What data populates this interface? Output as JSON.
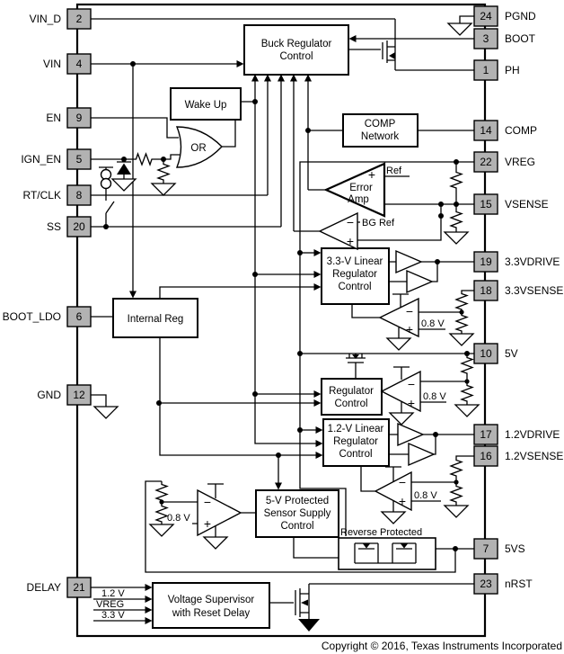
{
  "pins": {
    "left": [
      {
        "num": "2",
        "name": "VIN_D"
      },
      {
        "num": "4",
        "name": "VIN"
      },
      {
        "num": "9",
        "name": "EN"
      },
      {
        "num": "5",
        "name": "IGN_EN"
      },
      {
        "num": "8",
        "name": "RT/CLK"
      },
      {
        "num": "20",
        "name": "SS"
      },
      {
        "num": "6",
        "name": "BOOT_LDO"
      },
      {
        "num": "12",
        "name": "GND"
      },
      {
        "num": "21",
        "name": "DELAY"
      }
    ],
    "right": [
      {
        "num": "24",
        "name": "PGND"
      },
      {
        "num": "3",
        "name": "BOOT"
      },
      {
        "num": "1",
        "name": "PH"
      },
      {
        "num": "14",
        "name": "COMP"
      },
      {
        "num": "22",
        "name": "VREG"
      },
      {
        "num": "15",
        "name": "VSENSE"
      },
      {
        "num": "19",
        "name": "3.3VDRIVE"
      },
      {
        "num": "18",
        "name": "3.3VSENSE"
      },
      {
        "num": "10",
        "name": "5V"
      },
      {
        "num": "17",
        "name": "1.2VDRIVE"
      },
      {
        "num": "16",
        "name": "1.2VSENSE"
      },
      {
        "num": "7",
        "name": "5VS"
      },
      {
        "num": "23",
        "name": "nRST"
      }
    ]
  },
  "blocks": {
    "buck": [
      "Buck Regulator",
      "Control"
    ],
    "wake_up": [
      "Wake Up"
    ],
    "comp_network": [
      "COMP",
      "Network"
    ],
    "internal_reg": [
      "Internal Reg"
    ],
    "reg_33": [
      "3.3-V Linear",
      "Regulator",
      "Control"
    ],
    "regulator_control": [
      "Regulator",
      "Control"
    ],
    "reg_12": [
      "1.2-V Linear",
      "Regulator",
      "Control"
    ],
    "sensor_supply": [
      "5-V Protected",
      "Sensor Supply",
      "Control"
    ],
    "voltage_supervisor": [
      "Voltage Supervisor",
      "with Reset Delay"
    ]
  },
  "labels": {
    "or_gate": "OR",
    "error_amp_line1": "Error",
    "error_amp_line2": "Amp",
    "ref": "Ref",
    "bg_ref": "BG Ref",
    "vref_08": "0.8 V",
    "reverse_protected": "Reverse Protected",
    "supervisor_inputs": [
      "1.2 V",
      "VREG",
      "3.3 V"
    ],
    "plus": "+",
    "minus": "−"
  },
  "footer": {
    "copyright": "Copyright © 2016, Texas Instruments Incorporated"
  },
  "colors": {
    "pin_fill": "#b2b2b2",
    "line": "#000000",
    "background": "#ffffff"
  }
}
